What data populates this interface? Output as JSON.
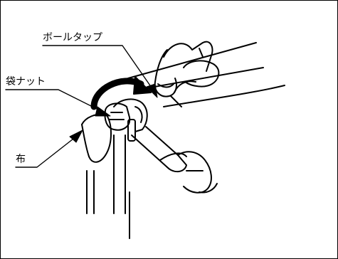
{
  "labels": {
    "ball_tap": "ボールタップ",
    "cap_nut": "袋ナット",
    "cloth": "布"
  },
  "colors": {
    "line": "#000000",
    "background": "#ffffff"
  },
  "icons": {
    "rotation_arrow": "curved-arrow-clockwise",
    "pointer_arrow": "filled-arrowhead"
  }
}
